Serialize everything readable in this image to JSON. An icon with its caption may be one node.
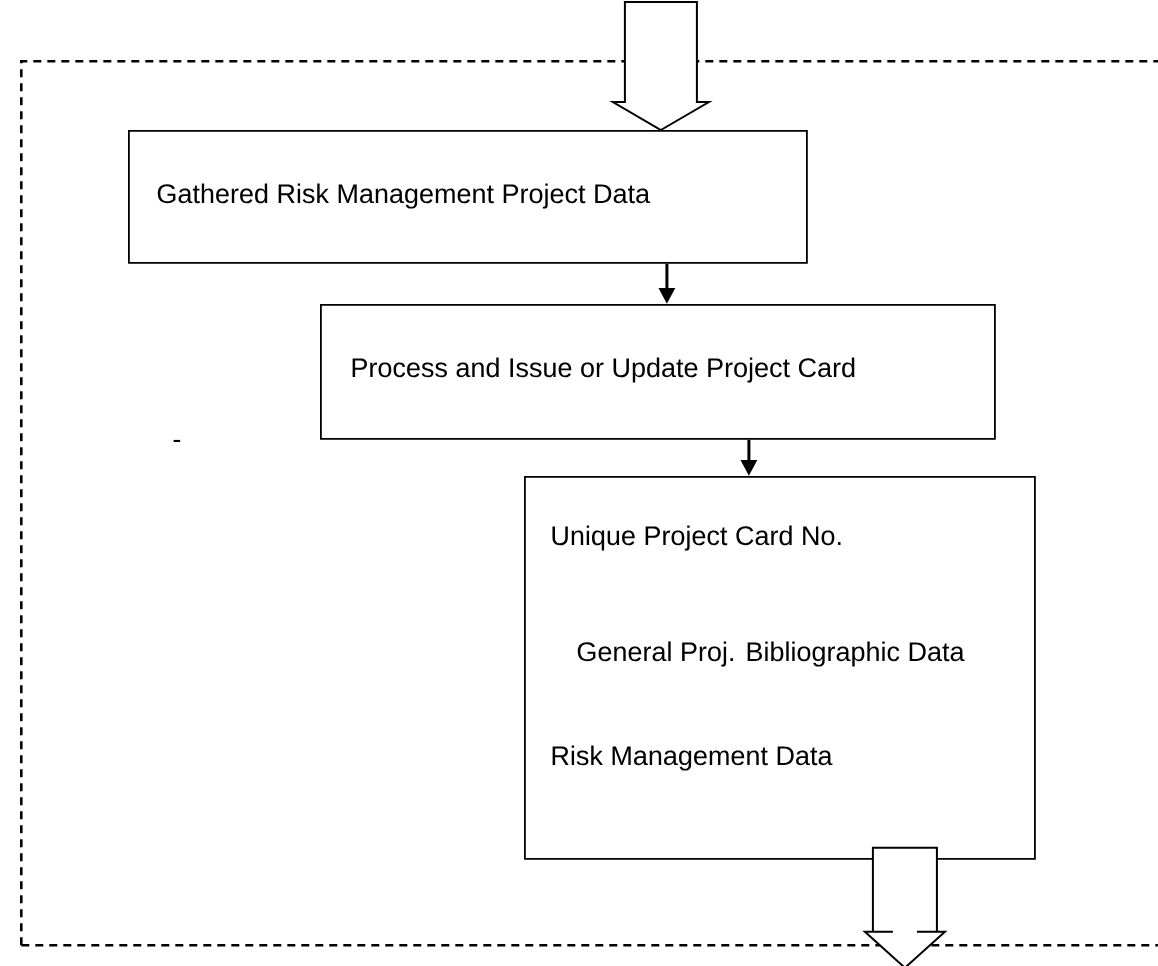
{
  "diagram": {
    "nodes": [
      {
        "text": [],
        "shape": "box"
      },
      {
        "text": [
          "Gathered Risk Management Project Data"
        ],
        "in": 0
      },
      {
        "text": [
          "Process and Issue or Update Project Card"
        ],
        "in": 0
      },
      {
        "text": [
          "Unique Project Card No.",
          "General Proj. Bibliographic Data",
          "Risk Management Data"
        ],
        "in": 0
      }
    ],
    "edges": [
      {
        "from": null,
        "to": 1,
        "arrow": "to"
      },
      {
        "from": 1,
        "to": 2,
        "arrow": "to"
      },
      {
        "from": 2,
        "to": 3,
        "arrow": "to"
      },
      {
        "from": 3,
        "to": null,
        "arrow": "to"
      }
    ],
    "labels": [
      "-"
    ]
  }
}
